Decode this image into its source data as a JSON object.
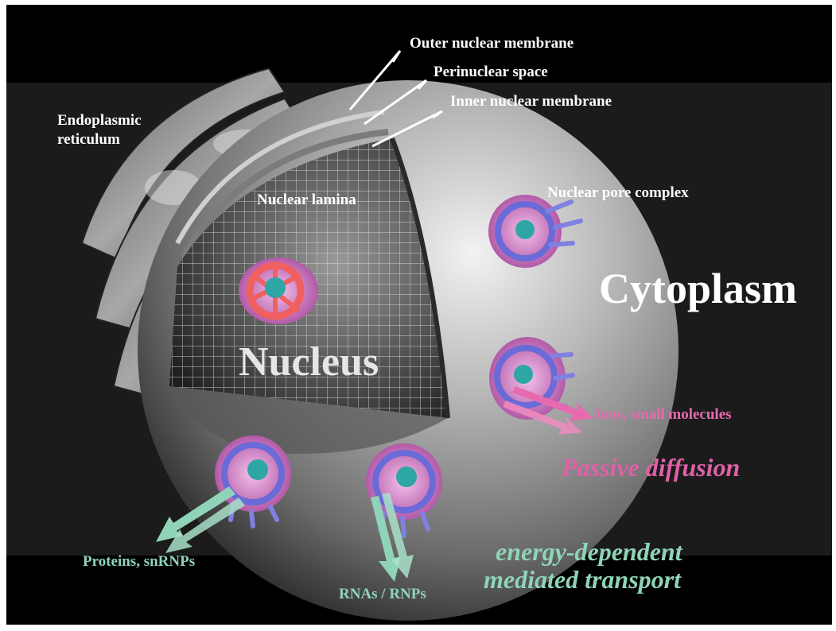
{
  "labels": {
    "er": "Endoplasmic reticulum",
    "outer_membrane": "Outer nuclear membrane",
    "perinuclear": "Perinuclear space",
    "inner_membrane": "Inner nuclear membrane",
    "lamina": "Nuclear lamina",
    "pore_complex": "Nuclear pore complex",
    "cytoplasm": "Cytoplasm",
    "nucleus": "Nucleus",
    "ions": "Ions, small molecules",
    "passive": "Passive diffusion",
    "proteins": "Proteins, snRNPs",
    "rnas": "RNAs / RNPs",
    "energy_line1": "energy-dependent",
    "energy_line2": "mediated transport"
  },
  "colors": {
    "background": "#000000",
    "band": "#1b1b1b",
    "passive": "#e060a8",
    "mediated": "#8fd4b8",
    "pore_ring": "#6a6ad8",
    "pore_pink": "#d98ad0",
    "central_plug": "#2ea6a6",
    "lamina_pore": "#f06060"
  }
}
